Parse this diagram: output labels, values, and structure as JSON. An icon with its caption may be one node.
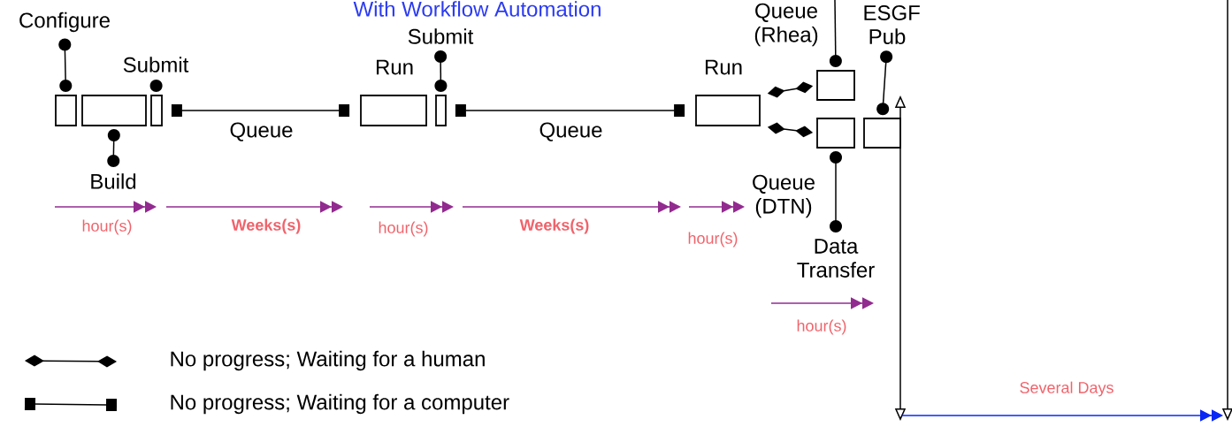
{
  "diagram": {
    "title": "With Workflow Automation",
    "nodes": [
      {
        "text": [
          "Configure"
        ]
      },
      {
        "text": [],
        "shape": "box"
      },
      {
        "text": [],
        "shape": "box"
      },
      {
        "text": [
          "Build"
        ]
      },
      {
        "text": [
          "Submit"
        ]
      },
      {
        "text": [],
        "shape": "box"
      },
      {
        "text": [
          "Run"
        ]
      },
      {
        "text": [
          "Submit"
        ]
      },
      {
        "text": [],
        "shape": "box"
      },
      {
        "text": [
          "Run"
        ]
      },
      {
        "text": [],
        "shape": "box",
        "beside": [
          "Queue (Rhea)"
        ]
      },
      {
        "text": [],
        "shape": "box",
        "beside": [
          "Queue (DTN)"
        ]
      },
      {
        "text": [
          "Data Transfer"
        ]
      },
      {
        "text": [
          "ESGF Pub"
        ]
      },
      {
        "text": [],
        "shape": "box"
      }
    ],
    "edges": [
      {
        "from": 0,
        "to": 1,
        "arrow": "other"
      },
      {
        "from": 3,
        "to": 2,
        "arrow": "other"
      },
      {
        "from": 4,
        "to": 5,
        "arrow": "other"
      },
      {
        "from": 5,
        "to": 6,
        "arrow": "other",
        "label": "Queue"
      },
      {
        "from": 7,
        "to": 8,
        "arrow": "other"
      },
      {
        "from": 8,
        "to": 9,
        "arrow": "other",
        "label": "Queue"
      },
      {
        "from": 9,
        "to": 10,
        "arrow": "other"
      },
      {
        "from": 9,
        "to": 11,
        "arrow": "other"
      },
      {
        "from": null,
        "to": 10,
        "arrow": "other"
      },
      {
        "from": 12,
        "to": 11,
        "arrow": "other"
      },
      {
        "from": 13,
        "to": 14,
        "arrow": "other"
      }
    ],
    "labels": [
      "hour(s)",
      "Weeks(s)",
      "hour(s)",
      "Weeks(s)",
      "hour(s)",
      "hour(s)",
      "Several Days"
    ],
    "legend": [
      {
        "text": "No progress; Waiting for a human"
      },
      {
        "text": "No progress; Waiting for a computer"
      }
    ]
  }
}
